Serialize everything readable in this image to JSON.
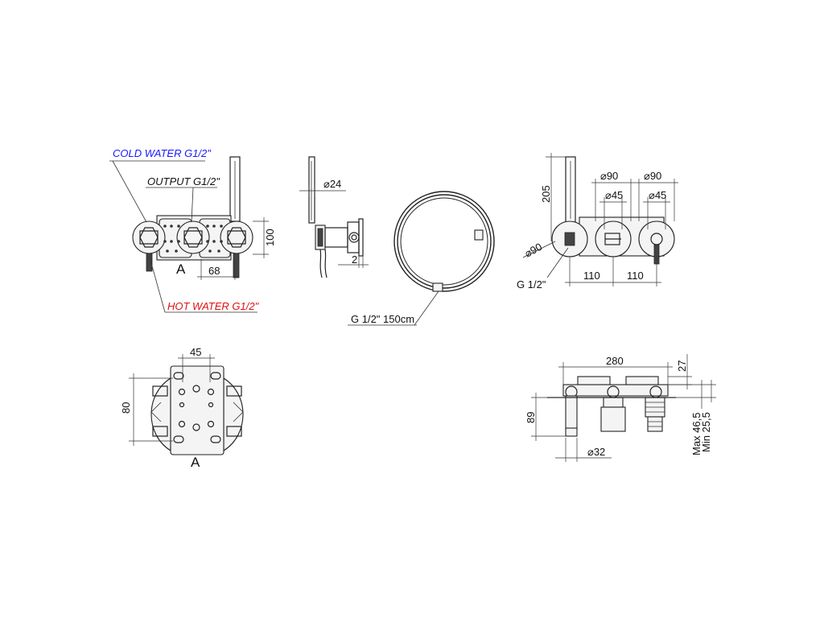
{
  "labels": {
    "cold_water": "COLD WATER G1/2\"",
    "output": "OUTPUT G1/2\"",
    "hot_water": "HOT WATER G1/2\"",
    "detail_a": "A",
    "hose": "G 1/2\" 150cm",
    "connection": "G 1/2\""
  },
  "dimensions": {
    "top_view": {
      "height": "100",
      "spacing": "68"
    },
    "side_view": {
      "diameter": "⌀24",
      "thickness": "2"
    },
    "front_view": {
      "handshower_height": "205",
      "rosette_diameter": "⌀90",
      "rosette2_diameter": "⌀90",
      "outlet_rosette": "⌀90",
      "handle_diameter": "⌀45",
      "handle2_diameter": "⌀45",
      "spacing_left": "110",
      "spacing_right": "110"
    },
    "detail_a": {
      "width": "45",
      "height": "80"
    },
    "plan_view": {
      "overall_width": "280",
      "plate_depth": "27",
      "projection": "89",
      "spout_diameter": "⌀32",
      "max_depth": "Max 46,5",
      "min_depth": "Min 25,5"
    }
  },
  "colors": {
    "cold": "#1a1aff",
    "hot": "#e01010",
    "line": "#222222"
  }
}
